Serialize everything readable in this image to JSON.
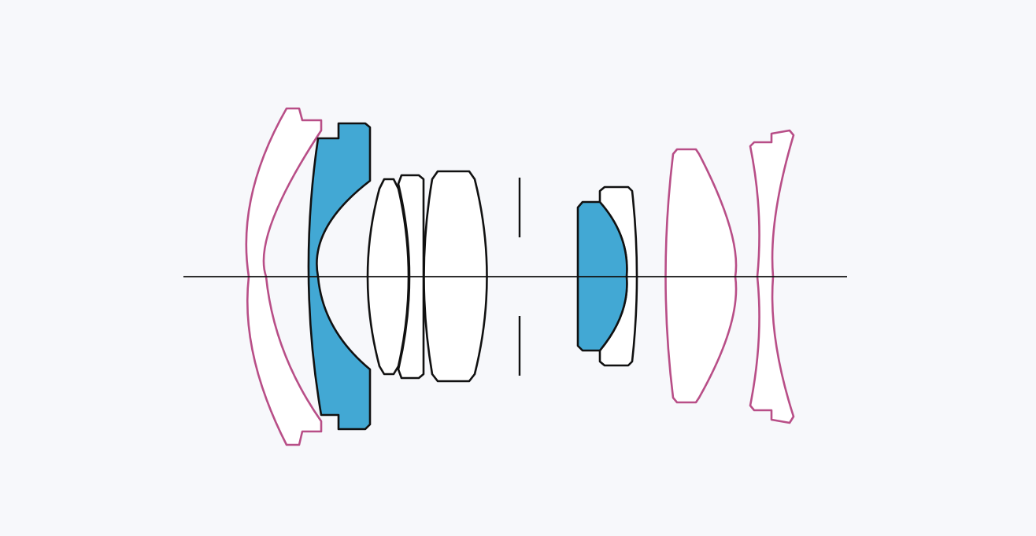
{
  "diagram": {
    "type": "lens-construction",
    "colors": {
      "background": "#f7f8fb",
      "axis": "#111111",
      "stop": "#111111",
      "element_outline": "#111111",
      "element_fill": "#ffffff",
      "special_glass_fill": "#42a8d4",
      "aspherical_outline": "#b84e87"
    },
    "elements": [
      {
        "id": 1,
        "group": "front",
        "kind": "aspherical"
      },
      {
        "id": 2,
        "group": "front",
        "kind": "special-glass"
      },
      {
        "id": 3,
        "group": "front",
        "kind": "standard"
      },
      {
        "id": 4,
        "group": "front",
        "kind": "standard"
      },
      {
        "id": 5,
        "group": "front",
        "kind": "standard"
      },
      {
        "id": 6,
        "group": "rear",
        "kind": "special-glass"
      },
      {
        "id": 7,
        "group": "rear",
        "kind": "standard"
      },
      {
        "id": 8,
        "group": "rear",
        "kind": "aspherical"
      },
      {
        "id": 9,
        "group": "rear",
        "kind": "aspherical"
      }
    ],
    "element_count": 9,
    "has_aperture_stop": true
  }
}
